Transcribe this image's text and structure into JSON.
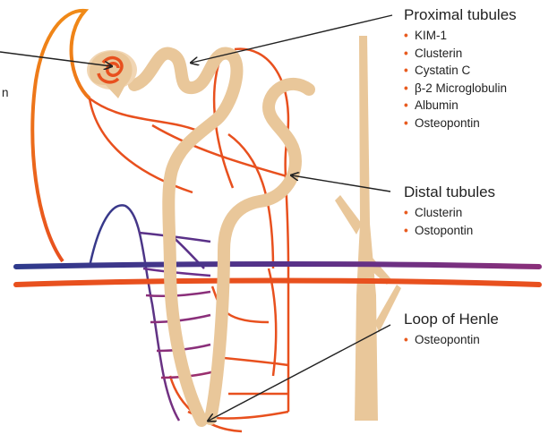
{
  "colors": {
    "tubule": "#e9c79a",
    "tubule_dark": "#d6ae7d",
    "artery": "#e8501e",
    "artery_dark": "#c93a17",
    "vein": "#2e3a8c",
    "vessel_mid": "#8a2f7a",
    "accent_bullet": "#e85b1f",
    "leader": "#222222"
  },
  "labels": {
    "left_fragment": "n",
    "proximal": {
      "heading": "Proximal tubules",
      "items": [
        "KIM-1",
        "Clusterin",
        "Cystatin C",
        "β-2 Microglobulin",
        "Albumin",
        "Osteopontin"
      ]
    },
    "distal": {
      "heading": "Distal tubules",
      "items": [
        "Clusterin",
        "Ostopontin"
      ]
    },
    "henle": {
      "heading": "Loop of Henle",
      "items": [
        "Osteopontin"
      ]
    }
  }
}
